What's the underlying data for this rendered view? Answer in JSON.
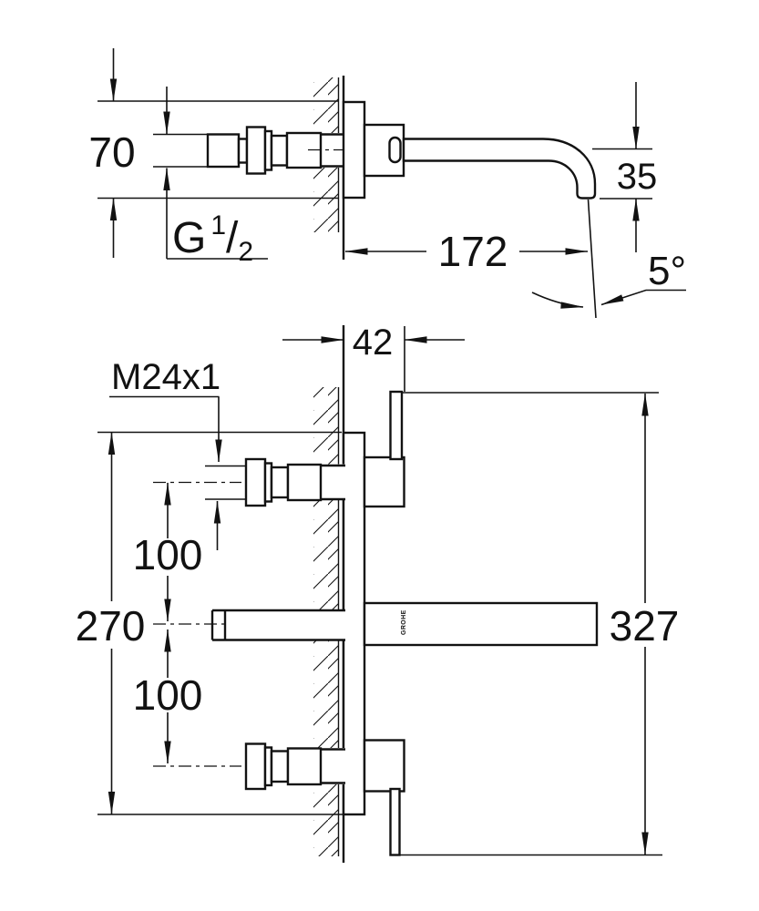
{
  "top_view": {
    "dim_depth": "70",
    "thread": {
      "prefix": "G",
      "numerator": "1",
      "slash": "/",
      "denominator": "2"
    },
    "dim_spout_drop": "35",
    "dim_spout_reach": "172",
    "dim_stream_angle": "5°"
  },
  "bottom_view": {
    "dim_wall_offset": "42",
    "thread_label": "M24x1",
    "dim_spacing_upper": "100",
    "dim_spacing_lower": "100",
    "dim_plate_height": "270",
    "dim_total_height": "327"
  },
  "brand_mark": "GROHE",
  "colors": {
    "line": "#121212",
    "background": "#ffffff"
  }
}
